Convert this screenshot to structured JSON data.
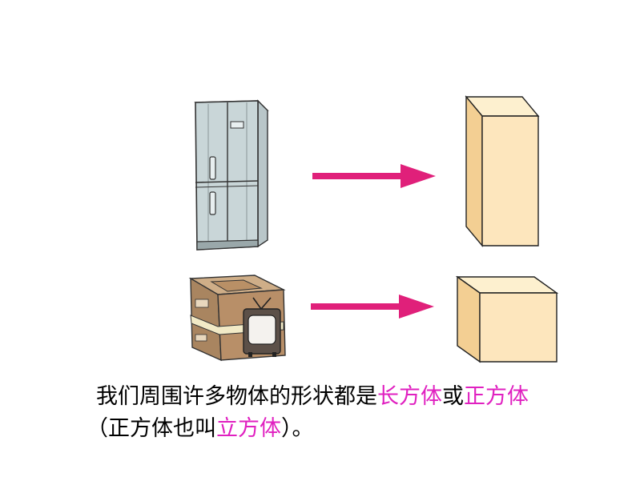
{
  "caption": {
    "line1_text": "我们周围许多物体的形状都是",
    "line1_highlight1": "长方体",
    "line1_connector": "或",
    "line1_highlight2": "正方体",
    "line2_open": "（正方体也叫",
    "line2_highlight": "立方体",
    "line2_close": "）。"
  },
  "colors": {
    "arrow": "#e0207a",
    "highlight": "#e020c0",
    "solid_light": "#fde9c2",
    "solid_mid": "#f8d8a3",
    "solid_dark": "#f0c988"
  },
  "illustrations": {
    "fridge": "refrigerator-icon",
    "box_tv": "cardboard-box-with-tv-icon",
    "prism": "rectangular-prism-icon",
    "cube": "cube-icon",
    "arrow": "right-arrow-icon"
  }
}
